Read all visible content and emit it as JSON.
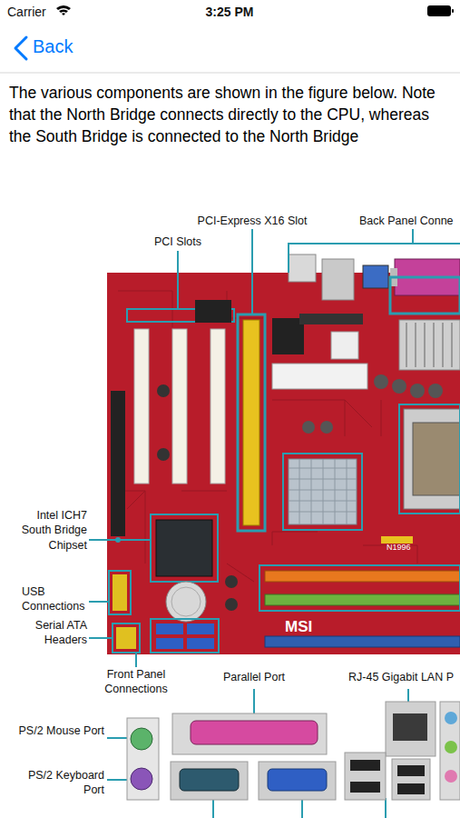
{
  "diagram": {
    "labels": [
      "Carrier",
      "3:25 PM",
      "Back",
      "The various components are shown in the figure below. Note that the North Bridge connects directly to the CPU, whereas the South Bridge is connected to the North Bridge",
      "PCI-Express X16 Slot",
      "Back Panel Conne",
      "PCI Slots",
      "Intel ICH7 South Bridge Chipset",
      "USB Connections",
      "Serial ATA Headers",
      "Front Panel Connections",
      "Parallel Port",
      "RJ-45 Gigabit LAN P",
      "PS/2 Mouse Port",
      "PS/2 Keyboard Port",
      "MSI",
      "N1996"
    ]
  }
}
